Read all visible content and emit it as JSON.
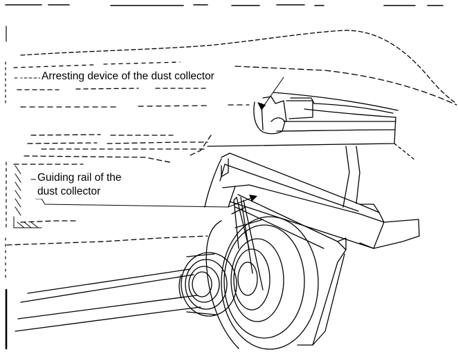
{
  "diagram": {
    "callouts": {
      "arresting_device": "Arresting device of the dust collector",
      "guiding_rail_line1": "Guiding rail of the",
      "guiding_rail_line2": "dust collector"
    }
  },
  "colors": {
    "ink": "#000000",
    "paper": "#ffffff"
  }
}
